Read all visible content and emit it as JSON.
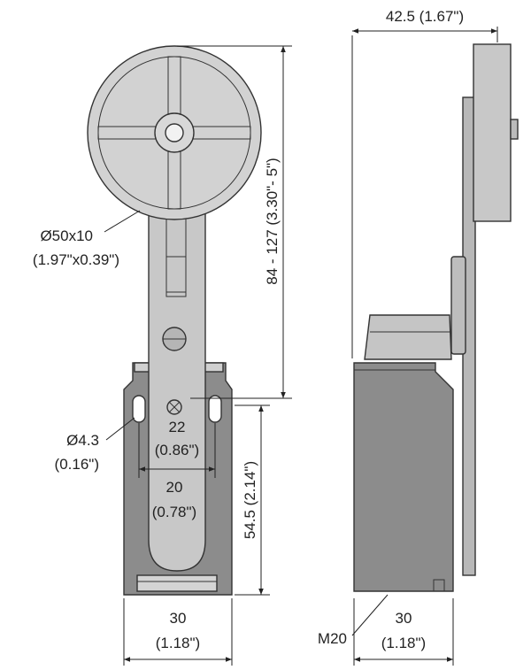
{
  "dimensions": {
    "top_width": "42.5 (1.67\")",
    "lever_length": "84 - 127 (3.30\"- 5\")",
    "wheel_line1": "Ø50x10",
    "wheel_line2": "(1.97\"x0.39\")",
    "hole_line1": "Ø4.3",
    "hole_line2": "(0.16\")",
    "spacing22_line1": "22",
    "spacing22_line2": "(0.86\")",
    "spacing20_line1": "20",
    "spacing20_line2": "(0.78\")",
    "body_height": "54.5 (2.14\")",
    "front_width_line1": "30",
    "front_width_line2": "(1.18\")",
    "side_width_line1": "30",
    "side_width_line2": "(1.18\")",
    "thread": "M20"
  },
  "colors": {
    "body_gray": "#8c8c8c",
    "lever_gray": "#c8c8c8",
    "wheel_gray": "#d2d2d2",
    "outline": "#333333"
  }
}
